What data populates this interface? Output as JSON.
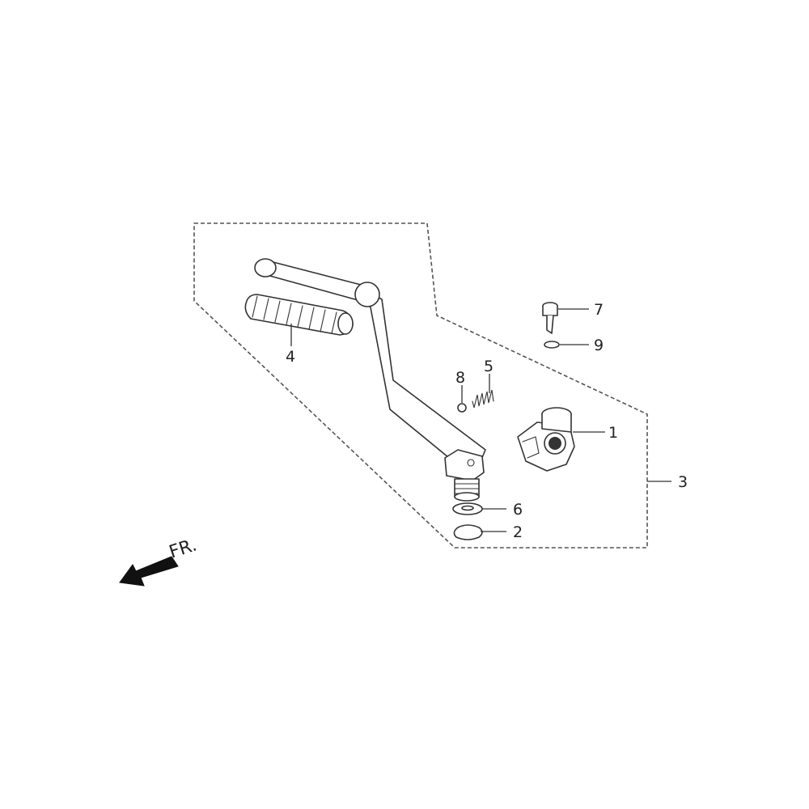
{
  "diagram": {
    "callouts": {
      "c1": "1",
      "c2": "2",
      "c3": "3",
      "c4": "4",
      "c5": "5",
      "c6": "6",
      "c7": "7",
      "c8": "8",
      "c9": "9"
    },
    "direction_label": "FR.",
    "colors": {
      "line": "#333333",
      "dashed_border": "#555555",
      "background": "#ffffff"
    }
  }
}
